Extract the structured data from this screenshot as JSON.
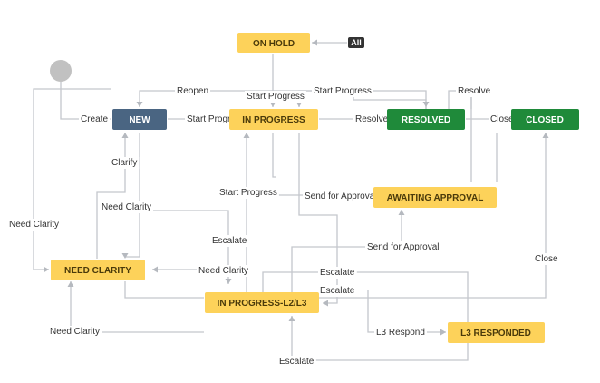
{
  "colors": {
    "status_yellow": "#fdd25a",
    "status_yellow_text": "#4a3a0a",
    "status_new": "#4a6582",
    "status_done": "#1f8a3a",
    "status_light_text": "#ffffff",
    "line": "#c4c7cc",
    "start_node": "#c1c1c1"
  },
  "statuses": {
    "on_hold": "ON HOLD",
    "new": "NEW",
    "in_progress": "IN PROGRESS",
    "resolved": "RESOLVED",
    "closed": "CLOSED",
    "awaiting_approval": "AWAITING APPROVAL",
    "need_clarity": "NEED CLARITY",
    "in_progress_l2l3": "IN PROGRESS-L2/L3",
    "l3_responded": "L3 RESPONDED"
  },
  "badge": {
    "all": "All"
  },
  "transitions": {
    "create": "Create",
    "reopen": "Reopen",
    "start_progress_top": "Start Progress",
    "start_progress_right": "Start Progress",
    "start_progress_new": "Start Progress",
    "resolve_top": "Resolve",
    "resolve_right": "Resolve",
    "close_right": "Close",
    "clarify": "Clarify",
    "need_clarity_left": "Need Clarity",
    "start_progress_mid": "Start Progress",
    "send_for_approval_a": "Send for Approval",
    "need_clarity_mid": "Need Clarity",
    "escalate_mid": "Escalate",
    "send_for_approval_b": "Send for Approval",
    "need_clarity_center": "Need Clarity",
    "escalate_a": "Escalate",
    "escalate_b": "Escalate",
    "close_bottom": "Close",
    "need_clarity_bottom": "Need Clarity",
    "l3_respond": "L3 Respond",
    "escalate_bottom": "Escalate"
  }
}
